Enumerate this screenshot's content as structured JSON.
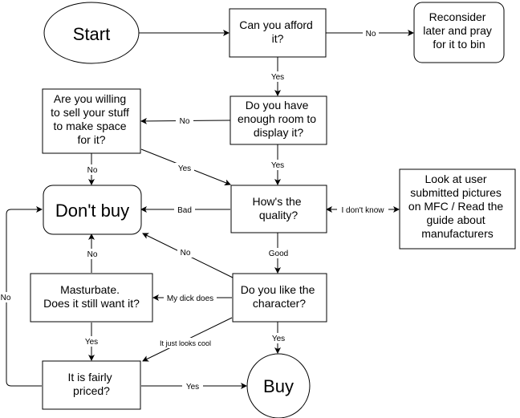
{
  "nodes": {
    "start": "Start",
    "afford": [
      "Can you afford",
      "it?"
    ],
    "reconsider": [
      "Reconsider",
      "later and pray",
      "for it to bin"
    ],
    "room": [
      "Do you have",
      "enough room to",
      "display it?"
    ],
    "sell": [
      "Are you willing",
      "to sell your stuff",
      "to make space",
      "for it?"
    ],
    "dont_buy": "Don't buy",
    "quality": [
      "How's the",
      "quality?"
    ],
    "look": [
      "Look at user",
      "submitted pictures",
      "on MFC / Read the",
      "guide about",
      "manufacturers"
    ],
    "masturbate": [
      "Masturbate.",
      "Does it still want it?"
    ],
    "character": [
      "Do you like the",
      "character?"
    ],
    "fair": [
      "It is fairly",
      "priced?"
    ],
    "buy": "Buy"
  },
  "edges": {
    "afford_no": "No",
    "afford_yes": "Yes",
    "room_no": "No",
    "room_yes": "Yes",
    "sell_no": "No",
    "sell_yes": "Yes",
    "quality_bad": "Bad",
    "quality_idk": "I don't know",
    "quality_good": "Good",
    "character_no": "No",
    "character_dick": "My dick does",
    "character_yes": "Yes",
    "character_cool": "It just looks cool",
    "masturbate_no": "No",
    "masturbate_yes": "Yes",
    "fair_yes": "Yes",
    "fair_no": "No"
  },
  "colors": {
    "stroke": "#000000",
    "fill": "#ffffff",
    "text": "#000000"
  }
}
